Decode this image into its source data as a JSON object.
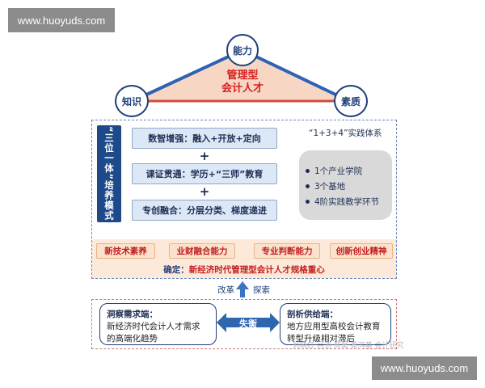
{
  "watermarks": {
    "top": "www.huoyuds.com",
    "bottom": "www.huoyuds.com"
  },
  "triangle": {
    "apex": "能力",
    "left": "知识",
    "right": "素质",
    "center_line1": "管理型",
    "center_line2": "会计人才"
  },
  "vertical_label": "“三位一体”培养模式",
  "center_boxes": [
    "数智增强：融入+开放+定向",
    "课证贯通：学历+“三师”教育",
    "专创融合：分层分类、梯度递进"
  ],
  "plus": "+",
  "practice": {
    "title": "“1+3+4”实践体系",
    "items": [
      "1个产业学院",
      "3个基地",
      "4阶实践教学环节"
    ]
  },
  "capabilities": [
    "新技术素养",
    "业财融合能力",
    "专业判断能力",
    "创新创业精神"
  ],
  "confirm": {
    "prefix": "确定：",
    "text": "新经济时代管理型会计人才规格重心"
  },
  "reform": {
    "left": "改革",
    "right": "探索"
  },
  "demand": {
    "title": "洞察需求端：",
    "lines": [
      "新经济时代会计人才需求",
      "的高端化趋势"
    ]
  },
  "mismatch": "失衡",
  "supply": {
    "title": "剖析供给端：",
    "lines": [
      "地方应用型高校会计教育",
      "转型升级相对滞后"
    ]
  },
  "faint_caption": "刘晓红·吕浩·郑昊·蔡鸿基·会计研究"
}
